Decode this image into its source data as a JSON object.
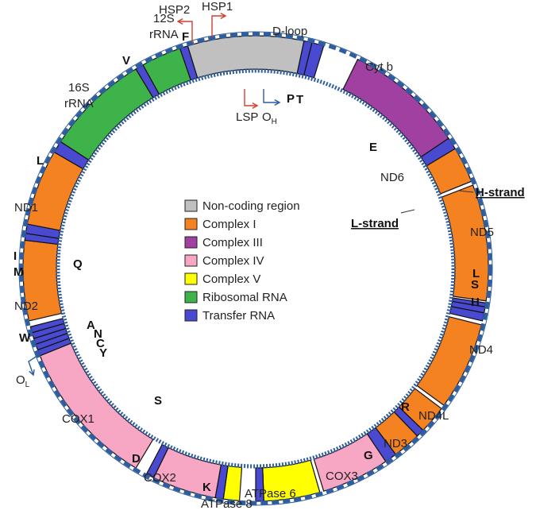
{
  "colors": {
    "noncoding": "#c0c0c0",
    "complex1": "#f58220",
    "complex3": "#a040a0",
    "complex4": "#f7a6c4",
    "complex5": "#ffff00",
    "rrna": "#3db34a",
    "trna": "#4a4ad0",
    "hsp_arrow": "#d04030",
    "lsp_arrow": "#2a5aa0",
    "ring_dash": "#2f5e9e"
  },
  "regions": [
    {
      "label": "D-loop",
      "color": "noncoding"
    },
    {
      "label": "12S rRNA",
      "color": "rrna"
    },
    {
      "label": "16S rRNA",
      "color": "rrna"
    },
    {
      "label": "ND1",
      "color": "complex1"
    },
    {
      "label": "ND2",
      "color": "complex1"
    },
    {
      "label": "COX1",
      "color": "complex4"
    },
    {
      "label": "COX2",
      "color": "complex4"
    },
    {
      "label": "ATPase 8",
      "color": "complex5"
    },
    {
      "label": "ATPase 6",
      "color": "complex5"
    },
    {
      "label": "COX3",
      "color": "complex4"
    },
    {
      "label": "ND3",
      "color": "complex1"
    },
    {
      "label": "ND4L",
      "color": "complex1"
    },
    {
      "label": "ND4",
      "color": "complex1"
    },
    {
      "label": "ND5",
      "color": "complex1"
    },
    {
      "label": "ND6",
      "color": "complex1"
    },
    {
      "label": "Cyt b",
      "color": "complex3"
    }
  ],
  "trnas": [
    "F",
    "V",
    "L",
    "I",
    "M",
    "Q",
    "W",
    "A",
    "N",
    "C",
    "Y",
    "S",
    "D",
    "K",
    "G",
    "R",
    "H",
    "S",
    "L",
    "E",
    "T",
    "P"
  ],
  "promoters": {
    "hsp2": "HSP2",
    "hsp1": "HSP1",
    "lsp": "LSP",
    "oh": "O",
    "oh_sub": "H",
    "ol": "O",
    "ol_sub": "L"
  },
  "strands": {
    "heavy": "H-strand",
    "light": "L-strand"
  },
  "legend": [
    {
      "label": "Non-coding region",
      "color": "noncoding"
    },
    {
      "label": "Complex I",
      "color": "complex1"
    },
    {
      "label": "Complex III",
      "color": "complex3"
    },
    {
      "label": "Complex IV",
      "color": "complex4"
    },
    {
      "label": "Complex V",
      "color": "complex5"
    },
    {
      "label": "Ribosomal RNA",
      "color": "rrna"
    },
    {
      "label": "Transfer RNA",
      "color": "trna"
    }
  ]
}
